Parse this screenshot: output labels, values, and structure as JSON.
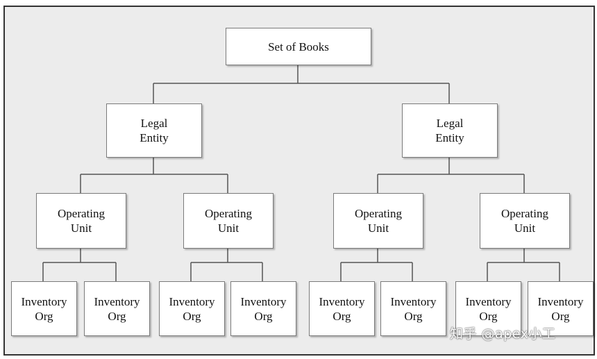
{
  "diagram": {
    "root": {
      "label": "Set of Books"
    },
    "legal_entities": [
      {
        "label": "Legal\nEntity"
      },
      {
        "label": "Legal\nEntity"
      }
    ],
    "operating_units": [
      {
        "label": "Operating\nUnit"
      },
      {
        "label": "Operating\nUnit"
      },
      {
        "label": "Operating\nUnit"
      },
      {
        "label": "Operating\nUnit"
      }
    ],
    "inventory_orgs": [
      {
        "label": "Inventory\nOrg"
      },
      {
        "label": "Inventory\nOrg"
      },
      {
        "label": "Inventory\nOrg"
      },
      {
        "label": "Inventory\nOrg"
      },
      {
        "label": "Inventory\nOrg"
      },
      {
        "label": "Inventory\nOrg"
      },
      {
        "label": "Inventory\nOrg"
      },
      {
        "label": "Inventory\nOrg"
      }
    ]
  },
  "watermark": {
    "text": "知乎 @apex小工"
  },
  "colors": {
    "background": "#ececec",
    "border": "#333333",
    "connector": "#555555",
    "box": "#ffffff"
  }
}
